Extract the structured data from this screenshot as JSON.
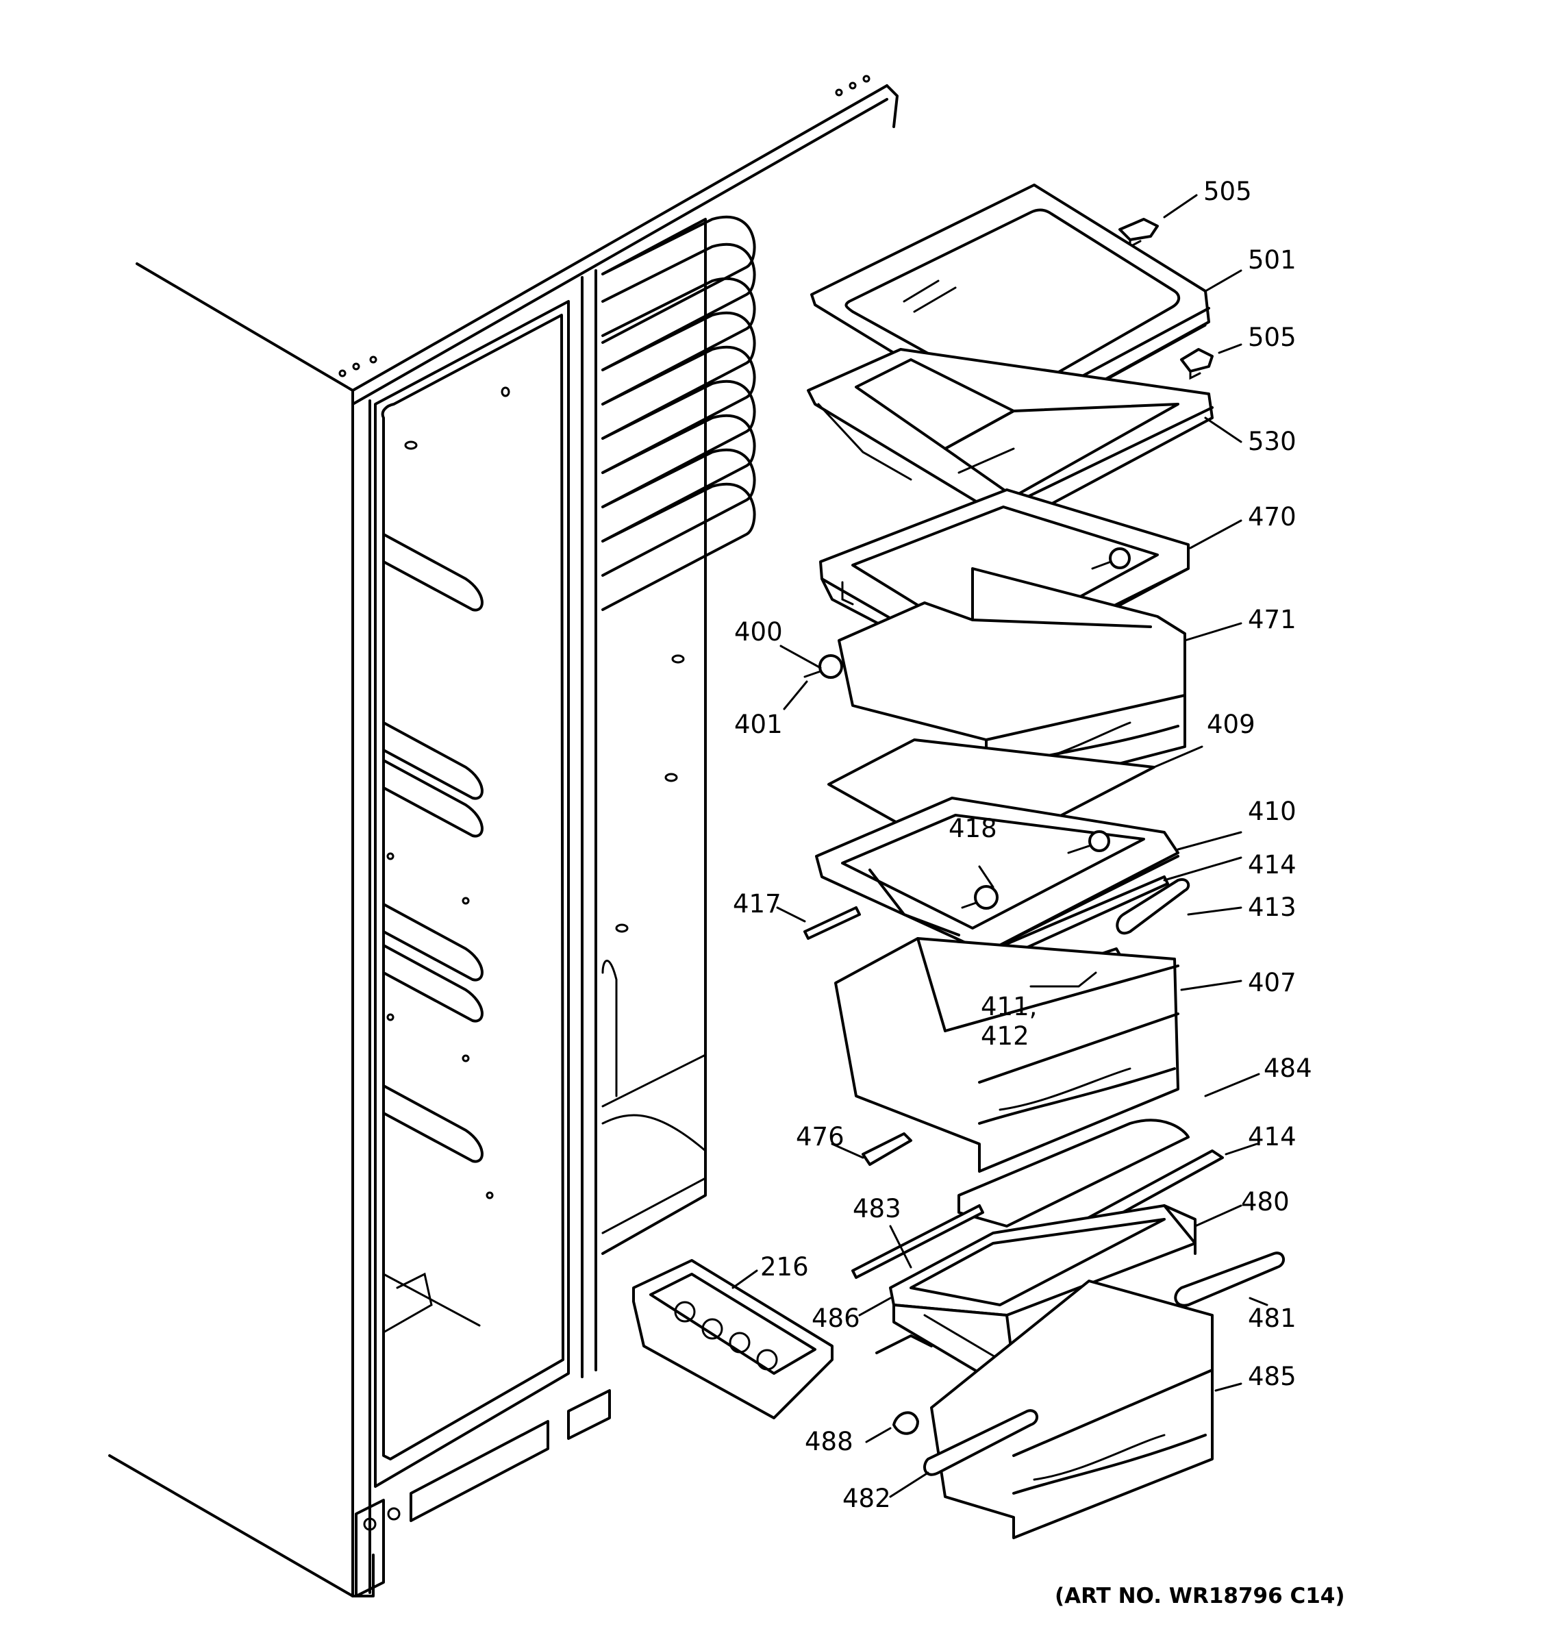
{
  "diagram": {
    "art_number": "(ART NO. WR18796 C14)",
    "callouts": {
      "c505a": "505",
      "c501": "501",
      "c505b": "505",
      "c530": "530",
      "c470": "470",
      "c471": "471",
      "c400": "400",
      "c401": "401",
      "c409": "409",
      "c410": "410",
      "c418": "418",
      "c414a": "414",
      "c413": "413",
      "c417": "417",
      "c407": "407",
      "c411": "411,",
      "c412": "412",
      "c484": "484",
      "c476": "476",
      "c414b": "414",
      "c483": "483",
      "c480": "480",
      "c216": "216",
      "c486": "486",
      "c481": "481",
      "c485": "485",
      "c488": "488",
      "c482": "482"
    }
  }
}
